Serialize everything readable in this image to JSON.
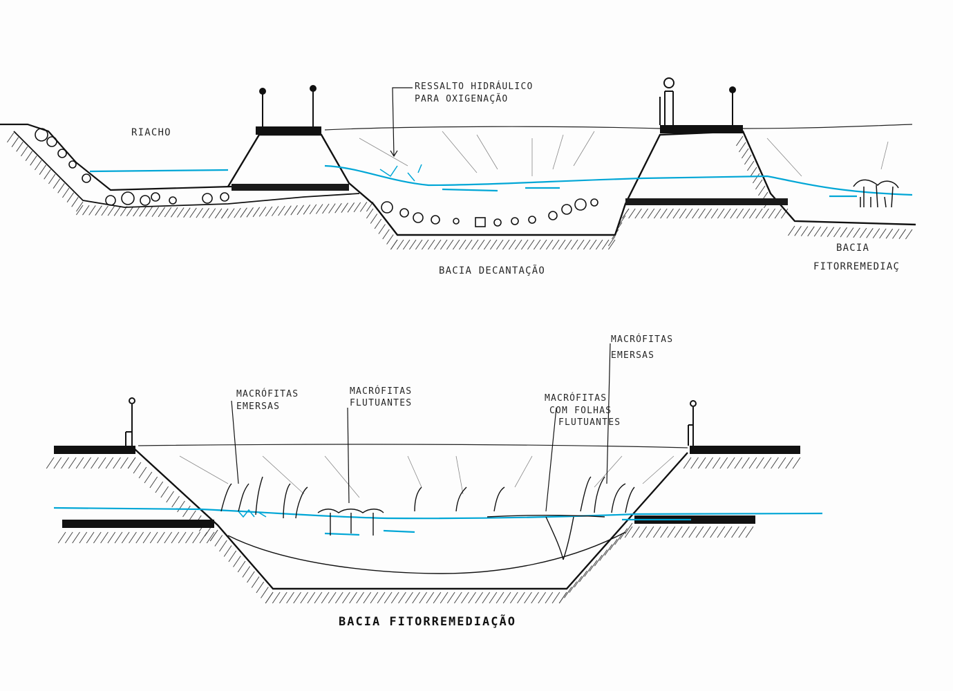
{
  "top_section": {
    "label_riacho": "RIACHO",
    "label_ressalto_line1": "RESSALTO HIDRÁULICO",
    "label_ressalto_line2": "PARA OXIGENAÇÃO",
    "label_bacia_decantacao": "BACIA DECANTAÇÃO",
    "label_bacia_right_line1": "BACIA",
    "label_bacia_right_line2": "FITORREMEDIAÇ"
  },
  "bottom_section": {
    "label_macrofitas_emersas_left_line1": "MACRÓFITAS",
    "label_macrofitas_emersas_left_line2": "EMERSAS",
    "label_macrofitas_flutuantes_line1": "MACRÓFITAS",
    "label_macrofitas_flutuantes_line2": "FLUTUANTES",
    "label_macrofitas_folhas_line1": "MACRÓFITAS",
    "label_macrofitas_folhas_line2": "COM FOLHAS",
    "label_macrofitas_folhas_line3": "FLUTUANTES",
    "label_macrofitas_emersas_right_line1": "MACRÓFITAS",
    "label_macrofitas_emersas_right_line2": "EMERSAS",
    "title": "BACIA FITORREMEDIAÇÃO"
  },
  "colors": {
    "ink": "#111111",
    "water": "#00a6d6",
    "paper": "#fdfdfd"
  }
}
